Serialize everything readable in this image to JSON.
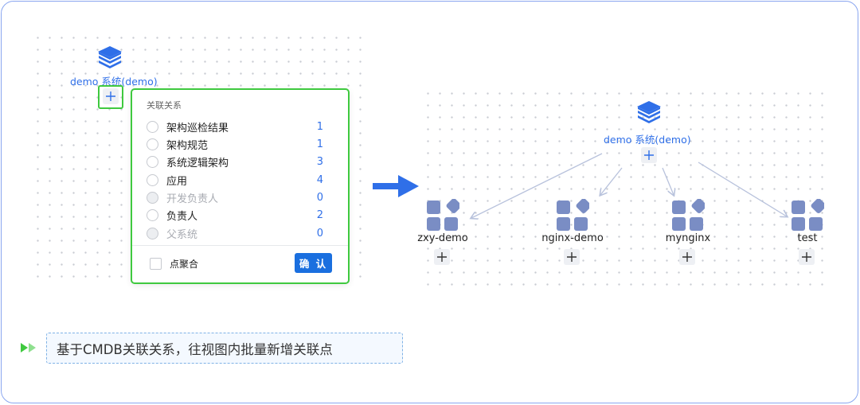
{
  "left_system": {
    "icon": "layers-icon",
    "label": "demo 系统(demo)"
  },
  "popup": {
    "title": "关联关系",
    "options": [
      {
        "label": "架构巡检结果",
        "count": "1",
        "disabled": false
      },
      {
        "label": "架构规范",
        "count": "1",
        "disabled": false
      },
      {
        "label": "系统逻辑架构",
        "count": "3",
        "disabled": false
      },
      {
        "label": "应用",
        "count": "4",
        "disabled": false
      },
      {
        "label": "开发负责人",
        "count": "0",
        "disabled": true
      },
      {
        "label": "负责人",
        "count": "2",
        "disabled": false
      },
      {
        "label": "父系统",
        "count": "0",
        "disabled": true
      }
    ],
    "aggregate_label": "点聚合",
    "confirm_label": "确 认"
  },
  "right_system": {
    "icon": "layers-icon",
    "label": "demo 系统(demo)"
  },
  "apps": [
    {
      "label": "zxy-demo",
      "icon": "app-grid-icon"
    },
    {
      "label": "nginx-demo",
      "icon": "app-grid-icon"
    },
    {
      "label": "mynginx",
      "icon": "app-grid-icon"
    },
    {
      "label": "test",
      "icon": "app-grid-icon"
    }
  ],
  "caption": "基于CMDB关联关系，往视图内批量新增关联点",
  "colors": {
    "accent": "#2f6fe8",
    "highlight": "#3fc93f",
    "node_icon": "#7a8dc4",
    "edge": "#b8c2dc",
    "button": "#1a6fdf"
  }
}
